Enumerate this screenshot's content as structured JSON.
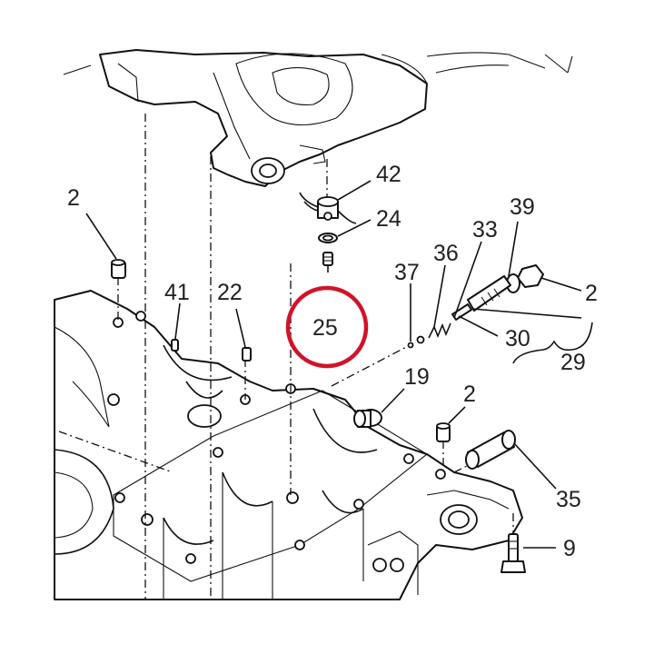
{
  "diagram": {
    "highlight_color": "#d0142a",
    "highlighted_callout": "25",
    "callouts": [
      {
        "id": "c42",
        "text": "42"
      },
      {
        "id": "c24",
        "text": "24"
      },
      {
        "id": "c25",
        "text": "25"
      },
      {
        "id": "c39",
        "text": "39"
      },
      {
        "id": "c33",
        "text": "33"
      },
      {
        "id": "c36",
        "text": "36"
      },
      {
        "id": "c37",
        "text": "37"
      },
      {
        "id": "c2a",
        "text": "2"
      },
      {
        "id": "c2b",
        "text": "2"
      },
      {
        "id": "c2c",
        "text": "2"
      },
      {
        "id": "c41",
        "text": "41"
      },
      {
        "id": "c22",
        "text": "22"
      },
      {
        "id": "c30",
        "text": "30"
      },
      {
        "id": "c29",
        "text": "29"
      },
      {
        "id": "c19",
        "text": "19"
      },
      {
        "id": "c35",
        "text": "35"
      },
      {
        "id": "c9",
        "text": "9"
      }
    ]
  }
}
